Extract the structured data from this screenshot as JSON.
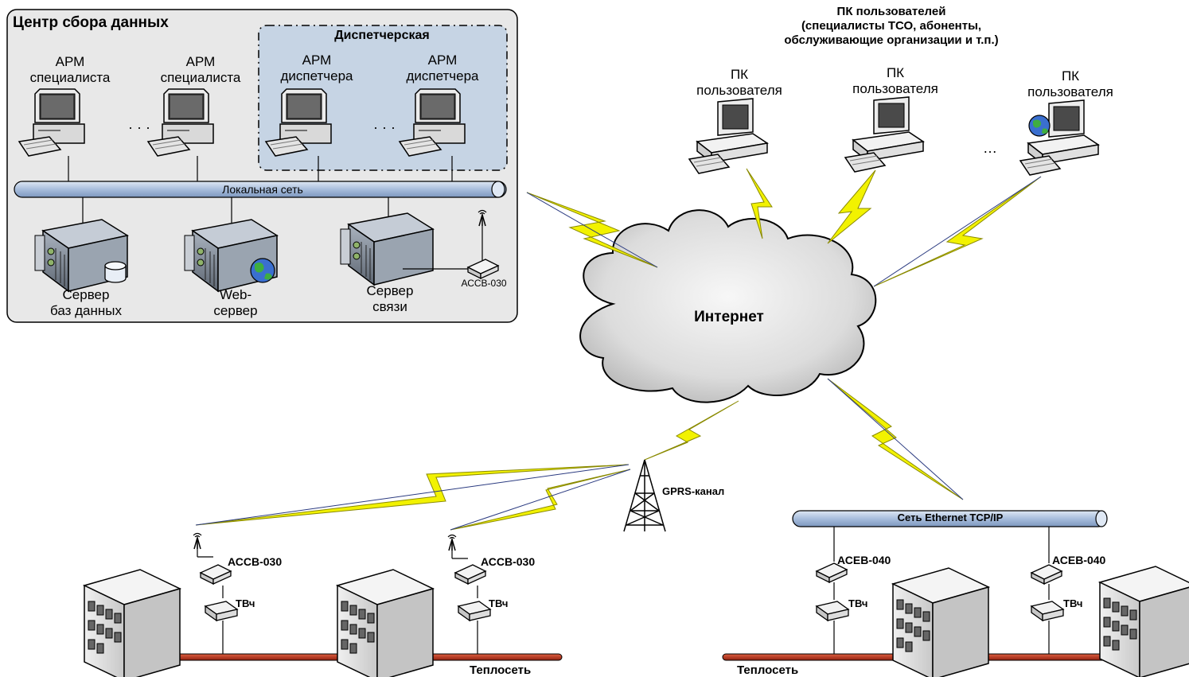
{
  "data_center": {
    "title": "Центр сбора данных",
    "dispatch_title": "Диспетчерская",
    "workstations": [
      {
        "line1": "АРМ",
        "line2": "специалиста"
      },
      {
        "line1": "АРМ",
        "line2": "специалиста"
      },
      {
        "line1": "АРМ",
        "line2": "диспетчера"
      },
      {
        "line1": "АРМ",
        "line2": "диспетчера"
      }
    ],
    "ellipsis": "· · ·",
    "lan_label": "Локальная сеть",
    "servers": [
      {
        "line1": "Сервер",
        "line2": "баз данных"
      },
      {
        "line1": "Web-",
        "line2": "сервер"
      },
      {
        "line1": "Сервер",
        "line2": "связи"
      }
    ],
    "modem_label": "АССВ-030"
  },
  "users": {
    "title_line1": "ПК пользователей",
    "title_line2": "(специалисты ТСО, абоненты,",
    "title_line3": "обслуживающие организации и т.п.)",
    "pcs": [
      {
        "line1": "ПК",
        "line2": "пользователя"
      },
      {
        "line1": "ПК",
        "line2": "пользователя"
      },
      {
        "line1": "ПК",
        "line2": "пользователя"
      }
    ],
    "ellipsis": "…"
  },
  "internet_label": "Интернет",
  "gprs_label": "GPRS-канал",
  "left_site": {
    "modem1": "АССВ-030",
    "modem2": "АССВ-030",
    "tv1": "ТВч",
    "tv2": "ТВч",
    "heat_network": "Теплосеть"
  },
  "right_site": {
    "ethernet_label": "Сеть Ethernet TCP/IP",
    "modem1": "АСЕВ-040",
    "modem2": "АСЕВ-040",
    "tv1": "ТВч",
    "tv2": "ТВч",
    "heat_network": "Теплосеть"
  },
  "colors": {
    "lightning": "#f2f200",
    "pipe": "#c0341d",
    "bus": "#9eb6d8",
    "panel": "#e8e8e8",
    "dispatch": "#c6d4e4"
  }
}
